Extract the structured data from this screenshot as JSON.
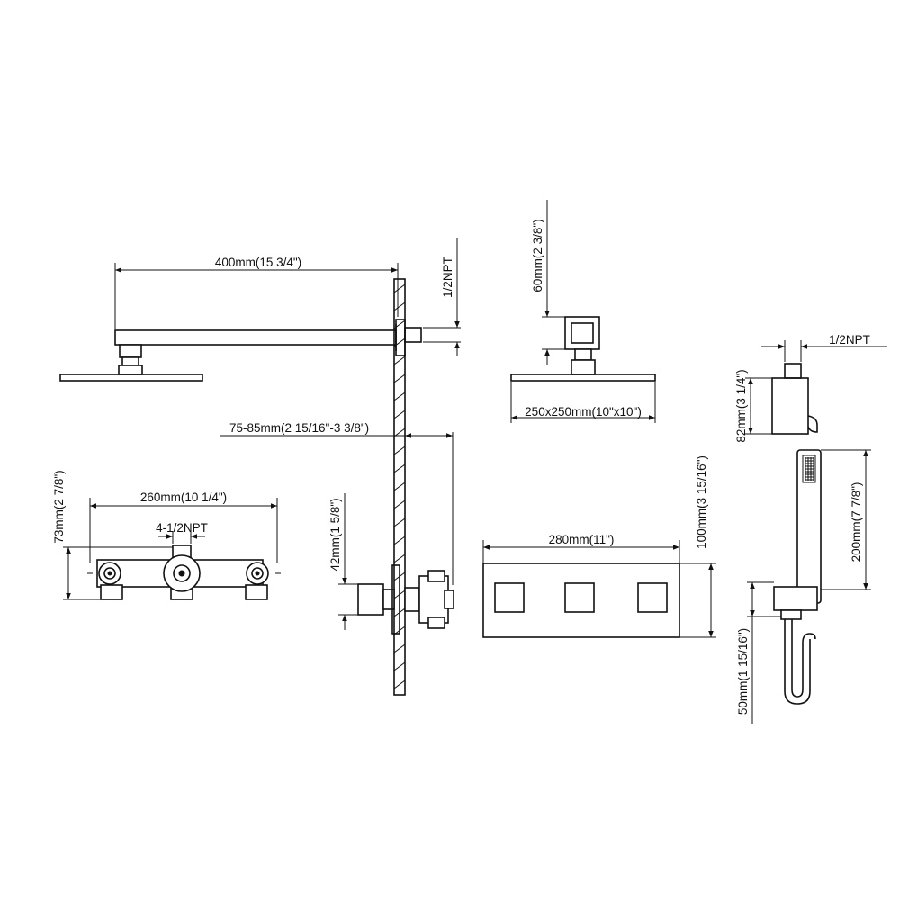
{
  "labels": {
    "arm_length": "400mm(15 3/4\")",
    "arm_npt": "1/2NPT",
    "wall_depth": "75-85mm(2 15/16\"-3 3/8\")",
    "head_height": "60mm(2 3/8\")",
    "head_size": "250x250mm(10\"x10\")",
    "hand_npt": "1/2NPT",
    "elbow_height": "82mm(3 1/4\")",
    "valve_height": "73mm(2 7/8\")",
    "valve_width": "260mm(10 1/4\")",
    "valve_npt": "4-1/2NPT",
    "stem_height": "42mm(1 5/8\")",
    "trim_width": "280mm(11\")",
    "trim_height": "100mm(3 15/16\")",
    "handshower_length": "200mm(7 7/8\")",
    "holder_height": "50mm(1 15/16\")"
  }
}
